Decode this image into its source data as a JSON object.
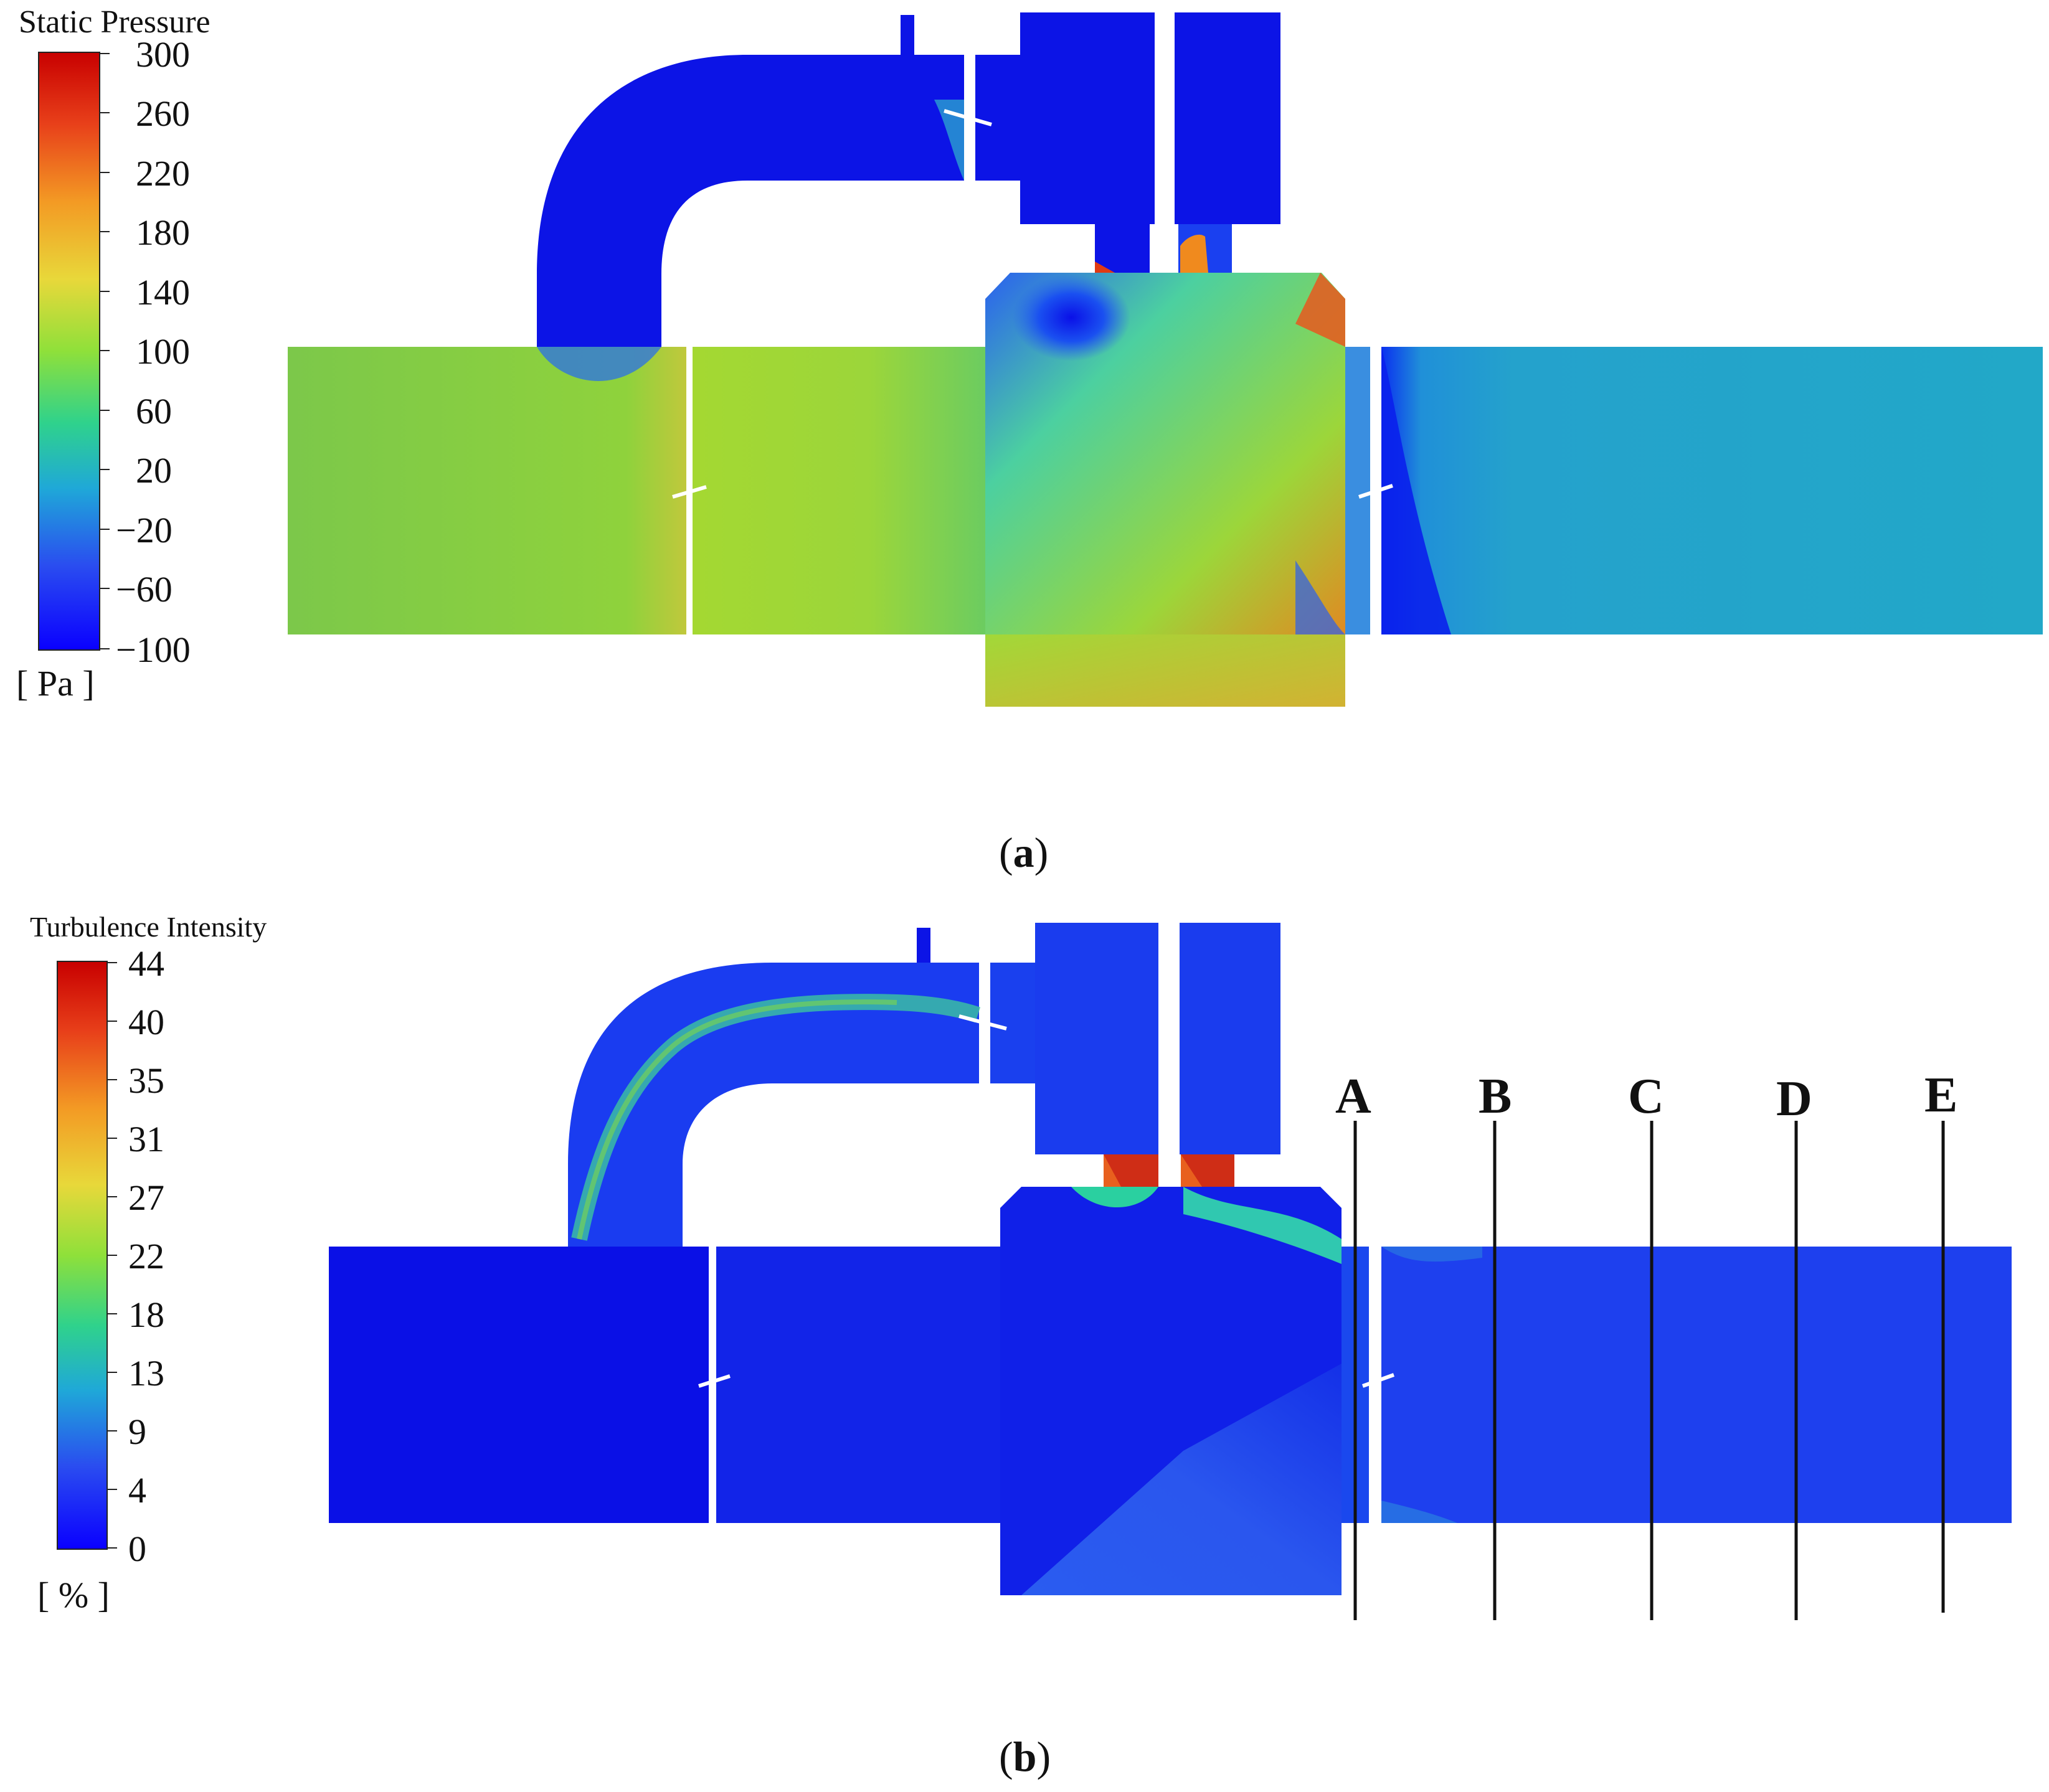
{
  "panels": [
    {
      "id": "a",
      "caption_open": "(",
      "caption_letter": "a",
      "caption_close": ")",
      "colorbar": {
        "title": "Static Pressure",
        "unit": "[ Pa ]",
        "ticks": [
          "300",
          "260",
          "220",
          "180",
          "140",
          "100",
          "60",
          "20",
          "−20",
          "−60",
          "−100"
        ]
      }
    },
    {
      "id": "b",
      "caption_open": "(",
      "caption_letter": "b",
      "caption_close": ")",
      "colorbar": {
        "title": "Turbulence Intensity",
        "unit": "[ % ]",
        "ticks": [
          "44",
          "40",
          "35",
          "31",
          "27",
          "22",
          "18",
          "13",
          "9",
          "4",
          "0"
        ]
      },
      "section_lines": [
        "A",
        "B",
        "C",
        "D",
        "E"
      ]
    }
  ],
  "colors": {
    "deep_blue": "#0a12e6",
    "blue": "#1a3cf0",
    "cyan_blue": "#24a6c8",
    "green": "#86d23a",
    "yellow_green": "#b2d232",
    "orange": "#f07a1e",
    "red": "#d21414"
  }
}
